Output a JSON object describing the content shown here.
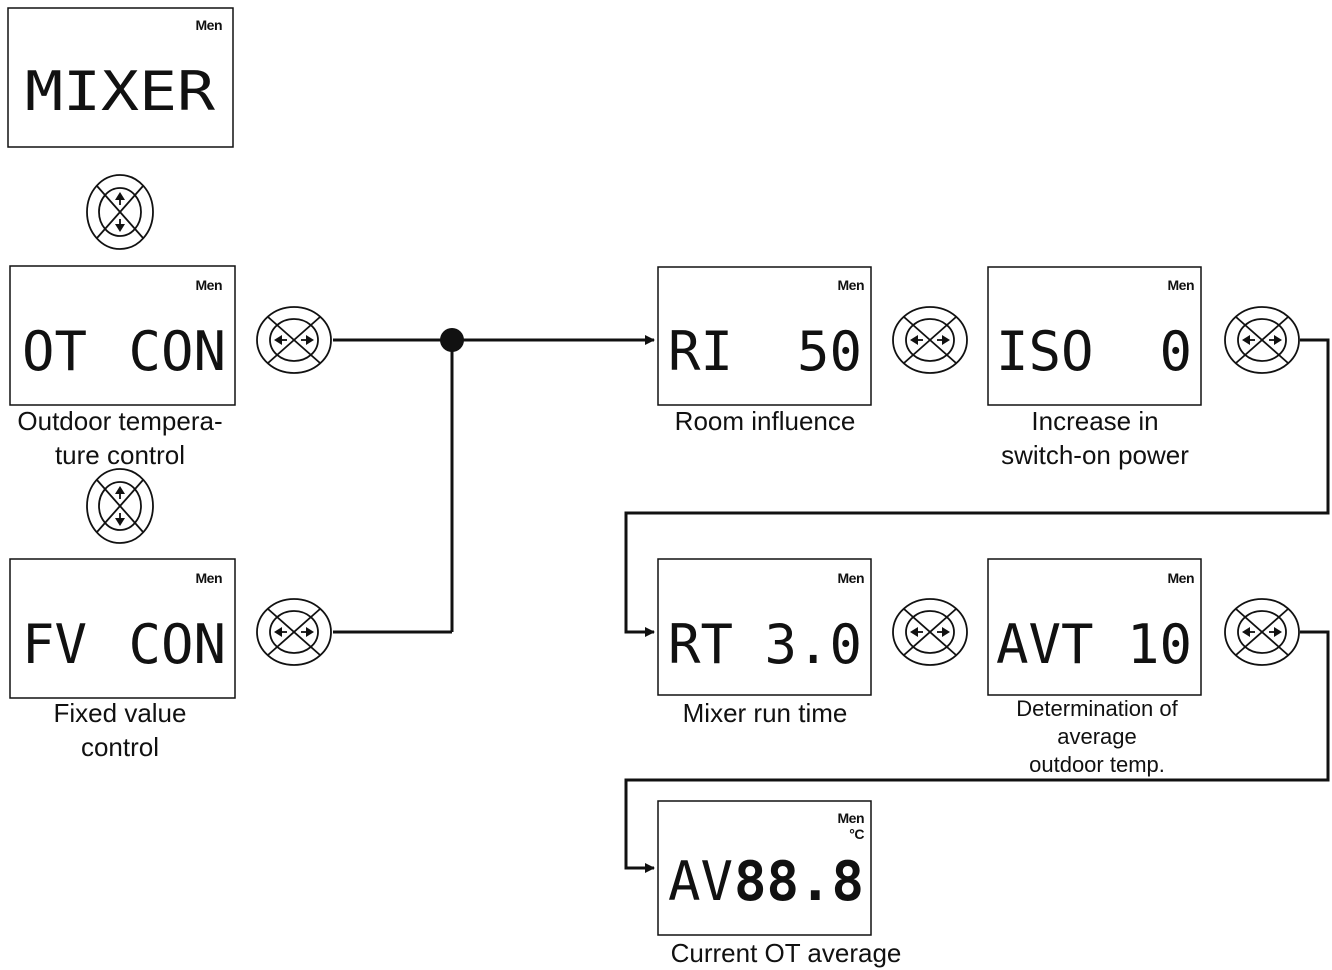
{
  "screens": {
    "mixer": {
      "text": "MIXER",
      "indicator": "Men"
    },
    "ot_con": {
      "left": "OT",
      "right": "CON",
      "indicator": "Men",
      "caption": [
        "Outdoor tempera-",
        "ture control"
      ]
    },
    "fv_con": {
      "left": "FV",
      "right": "CON",
      "indicator": "Men",
      "caption": [
        "Fixed value",
        "control"
      ]
    },
    "ri": {
      "left": "RI",
      "right": "50",
      "indicator": "Men",
      "caption": [
        "Room influence"
      ]
    },
    "iso": {
      "left": "ISO",
      "right": "0",
      "indicator": "Men",
      "caption": [
        "Increase in",
        "switch-on power"
      ]
    },
    "rt": {
      "left": "RT",
      "right": "3.0",
      "indicator": "Men",
      "caption": [
        "Mixer run time"
      ]
    },
    "avt": {
      "left": "AVT",
      "right": "10",
      "indicator": "Men",
      "caption": [
        "Determination of",
        "average",
        "outdoor temp."
      ]
    },
    "av": {
      "left": "AV",
      "right": "88.8",
      "indicator": "Men",
      "unit": "°C",
      "caption": [
        "Current OT average"
      ]
    }
  },
  "icons": {
    "updown_button": "up-down-navigation-button-icon",
    "leftright_button": "left-right-navigation-button-icon",
    "junction": "junction-dot-icon"
  }
}
